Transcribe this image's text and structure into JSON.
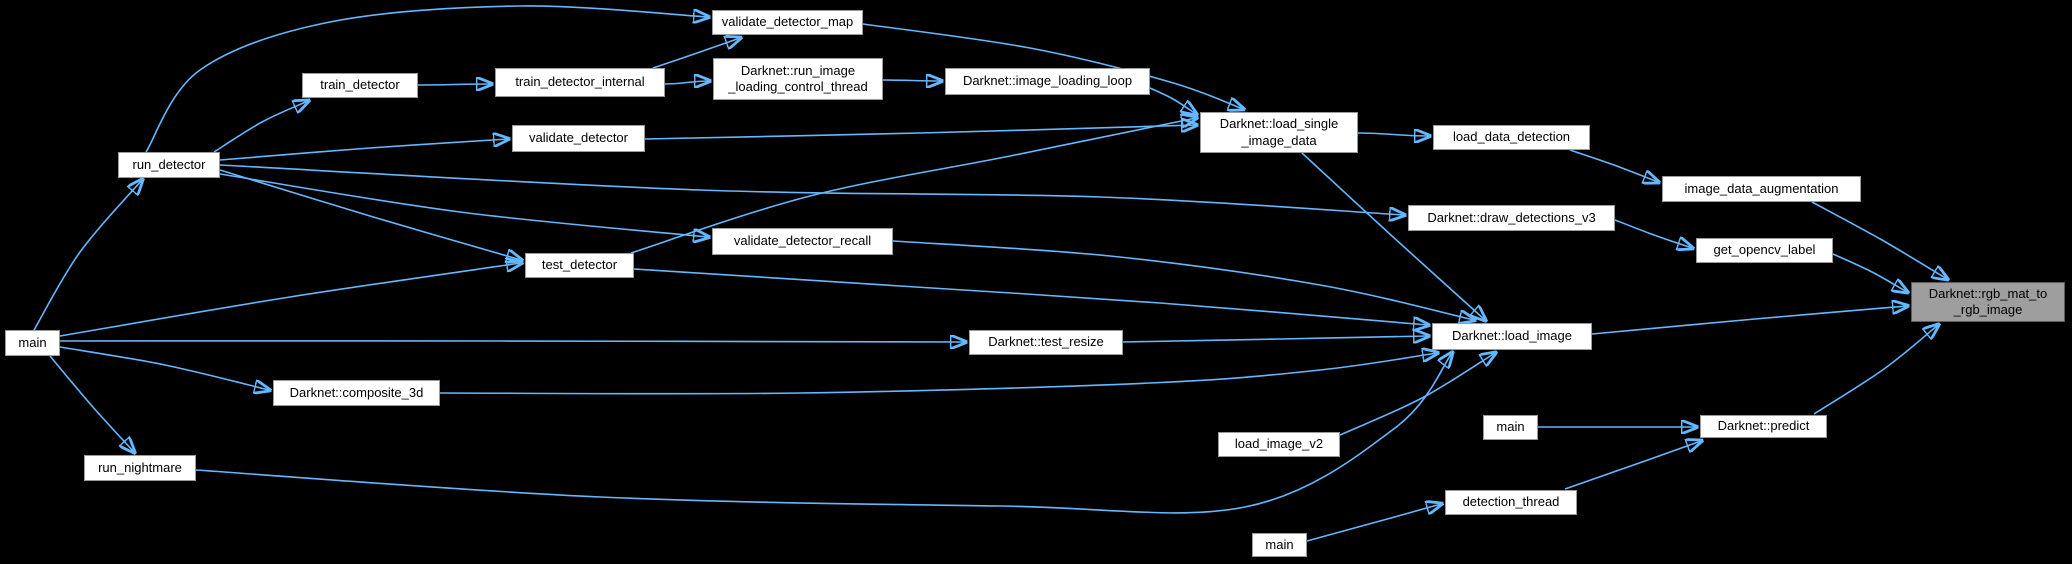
{
  "figure_type": "doxygen-caller-graph",
  "graph": {
    "direction": "left-to-right",
    "highlighted_node": "rgb_mat_to_rgb_image",
    "colors": {
      "background": "#000000",
      "edge": "#63b8ff",
      "node_fill": "#ffffff",
      "node_border": "#9a9a9a",
      "node_text": "#000000",
      "highlight_fill": "#9e9e9e",
      "highlight_border": "#5c5c5c"
    },
    "nodes": [
      {
        "id": "main_1",
        "label": "main",
        "highlighted": false
      },
      {
        "id": "run_detector",
        "label": "run_detector",
        "highlighted": false
      },
      {
        "id": "run_nightmare",
        "label": "run_nightmare",
        "highlighted": false
      },
      {
        "id": "train_detector",
        "label": "train_detector",
        "highlighted": false
      },
      {
        "id": "train_detector_internal",
        "label": "train_detector_internal",
        "highlighted": false
      },
      {
        "id": "validate_detector",
        "label": "validate_detector",
        "highlighted": false
      },
      {
        "id": "validate_detector_map",
        "label": "validate_detector_map",
        "highlighted": false
      },
      {
        "id": "validate_detector_recall",
        "label": "validate_detector_recall",
        "highlighted": false
      },
      {
        "id": "test_detector",
        "label": "test_detector",
        "highlighted": false
      },
      {
        "id": "run_image_loading_control_thread",
        "label": "Darknet::run_image\n_loading_control_thread",
        "highlighted": false
      },
      {
        "id": "image_loading_loop",
        "label": "Darknet::image_loading_loop",
        "highlighted": false
      },
      {
        "id": "load_single_image_data",
        "label": "Darknet::load_single\n_image_data",
        "highlighted": false
      },
      {
        "id": "load_data_detection",
        "label": "load_data_detection",
        "highlighted": false
      },
      {
        "id": "image_data_augmentation",
        "label": "image_data_augmentation",
        "highlighted": false
      },
      {
        "id": "draw_detections_v3",
        "label": "Darknet::draw_detections_v3",
        "highlighted": false
      },
      {
        "id": "get_opencv_label",
        "label": "get_opencv_label",
        "highlighted": false
      },
      {
        "id": "test_resize",
        "label": "Darknet::test_resize",
        "highlighted": false
      },
      {
        "id": "composite_3d",
        "label": "Darknet::composite_3d",
        "highlighted": false
      },
      {
        "id": "load_image",
        "label": "Darknet::load_image",
        "highlighted": false
      },
      {
        "id": "load_image_v2",
        "label": "load_image_v2",
        "highlighted": false
      },
      {
        "id": "rgb_mat_to_rgb_image",
        "label": "Darknet::rgb_mat_to\n_rgb_image",
        "highlighted": true
      },
      {
        "id": "main_2",
        "label": "main",
        "highlighted": false
      },
      {
        "id": "predict",
        "label": "Darknet::predict",
        "highlighted": false
      },
      {
        "id": "detection_thread",
        "label": "detection_thread",
        "highlighted": false
      },
      {
        "id": "main_3",
        "label": "main",
        "highlighted": false
      }
    ],
    "edges": [
      {
        "from": "main_1",
        "to": "run_detector"
      },
      {
        "from": "main_1",
        "to": "test_detector"
      },
      {
        "from": "main_1",
        "to": "test_resize"
      },
      {
        "from": "main_1",
        "to": "composite_3d"
      },
      {
        "from": "main_1",
        "to": "run_nightmare"
      },
      {
        "from": "run_detector",
        "to": "validate_detector_map"
      },
      {
        "from": "run_detector",
        "to": "train_detector"
      },
      {
        "from": "run_detector",
        "to": "validate_detector"
      },
      {
        "from": "run_detector",
        "to": "test_detector"
      },
      {
        "from": "run_detector",
        "to": "validate_detector_recall"
      },
      {
        "from": "run_detector",
        "to": "draw_detections_v3"
      },
      {
        "from": "train_detector",
        "to": "train_detector_internal"
      },
      {
        "from": "train_detector_internal",
        "to": "validate_detector_map"
      },
      {
        "from": "train_detector_internal",
        "to": "run_image_loading_control_thread"
      },
      {
        "from": "run_image_loading_control_thread",
        "to": "image_loading_loop"
      },
      {
        "from": "image_loading_loop",
        "to": "load_single_image_data"
      },
      {
        "from": "validate_detector_map",
        "to": "load_single_image_data"
      },
      {
        "from": "validate_detector",
        "to": "load_single_image_data"
      },
      {
        "from": "test_detector",
        "to": "load_single_image_data"
      },
      {
        "from": "test_detector",
        "to": "load_image"
      },
      {
        "from": "validate_detector_recall",
        "to": "load_image"
      },
      {
        "from": "load_single_image_data",
        "to": "load_data_detection"
      },
      {
        "from": "load_single_image_data",
        "to": "load_image"
      },
      {
        "from": "load_data_detection",
        "to": "image_data_augmentation"
      },
      {
        "from": "image_data_augmentation",
        "to": "rgb_mat_to_rgb_image"
      },
      {
        "from": "draw_detections_v3",
        "to": "get_opencv_label"
      },
      {
        "from": "get_opencv_label",
        "to": "rgb_mat_to_rgb_image"
      },
      {
        "from": "test_resize",
        "to": "load_image"
      },
      {
        "from": "composite_3d",
        "to": "load_image"
      },
      {
        "from": "load_image_v2",
        "to": "load_image"
      },
      {
        "from": "run_nightmare",
        "to": "load_image"
      },
      {
        "from": "load_image",
        "to": "rgb_mat_to_rgb_image"
      },
      {
        "from": "main_2",
        "to": "predict"
      },
      {
        "from": "main_3",
        "to": "detection_thread"
      },
      {
        "from": "detection_thread",
        "to": "predict"
      },
      {
        "from": "predict",
        "to": "rgb_mat_to_rgb_image"
      }
    ]
  }
}
